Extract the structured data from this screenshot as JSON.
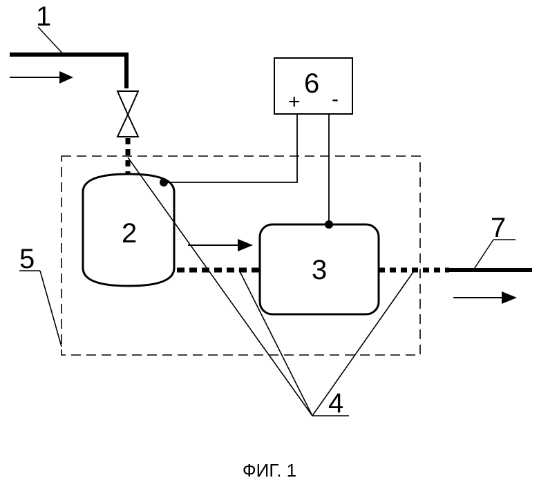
{
  "labels": {
    "inlet_pipe": "1",
    "tank": "2",
    "unit": "3",
    "connections": "4",
    "enclosure": "5",
    "power_source": "6",
    "outlet_pipe": "7",
    "plus": "+",
    "minus": "-"
  },
  "caption": "ФИГ. 1",
  "colors": {
    "ink": "#000000",
    "background": "#ffffff"
  }
}
